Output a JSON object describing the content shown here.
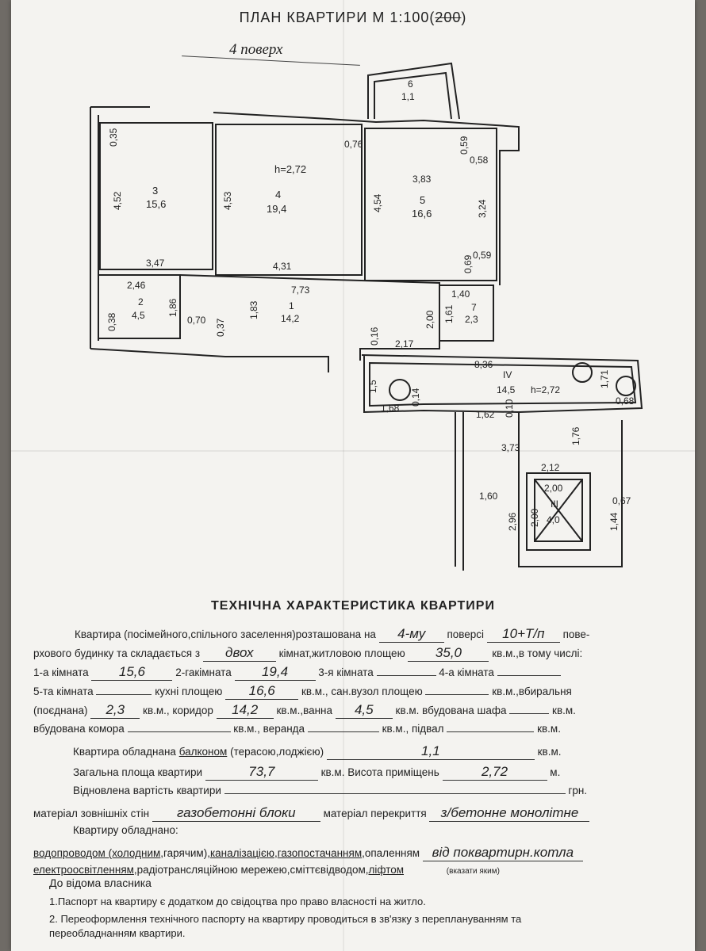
{
  "title": {
    "prefix": "ПЛАН КВАРТИРИ М 1:100(",
    "struck": "200",
    "suffix": ")"
  },
  "floor_label": "4 поверх",
  "plan": {
    "rooms": [
      {
        "num": "3",
        "area": "15,6"
      },
      {
        "num": "4",
        "area": "19,4"
      },
      {
        "num": "5",
        "area": "16,6"
      },
      {
        "num": "6",
        "area": "1,1"
      },
      {
        "num": "2",
        "area": "4,5"
      },
      {
        "num": "1",
        "area": "14,2"
      },
      {
        "num": "7",
        "area": "2,3"
      },
      {
        "num": "IV",
        "area": "14,5"
      },
      {
        "num": "III",
        "area": "4,0"
      }
    ],
    "height_labels": [
      "h=2,72",
      "h=2,72"
    ],
    "dimensions": [
      "0,35",
      "4,52",
      "3,47",
      "4,53",
      "4,31",
      "0,76",
      "0,59",
      "0,58",
      "3,83",
      "4,54",
      "3,24",
      "0,69",
      "0,59",
      "2,46",
      "1,86",
      "0,38",
      "0,70",
      "0,37",
      "1,83",
      "7,73",
      "1,40",
      "1,61",
      "2,00",
      "0,16",
      "2,17",
      "8,36",
      "1,71",
      "1,68",
      "0,14",
      "1,62",
      "0,10",
      "0,68",
      "3,73",
      "1,76",
      "2,12",
      "2,00",
      "1,60",
      "2,96",
      "2,00",
      "0,67",
      "1,44",
      "1,5"
    ]
  },
  "tech": {
    "title": "ТЕХНІЧНА ХАРАКТЕРИСТИКА КВАРТИРИ",
    "r1": {
      "t1": "Квартира (посімейного,спільного заселення)розташована на",
      "floor": "4-му",
      "t2": "поверсі",
      "floors_total": "10+Т/п",
      "t3": "пове-"
    },
    "r2": {
      "t1": "рхового будинку та складається з",
      "rooms_count": "двох",
      "t2": "кімнат,житловою площею",
      "living_area": "35,0",
      "t3": "кв.м.,в тому числі:"
    },
    "r3": {
      "t1": "1-а кімната",
      "room1": "15,6",
      "t2": "2-гакімната",
      "room2": "19,4",
      "t3": "3-я кімната",
      "t4": "4-а кімната"
    },
    "r4": {
      "t1": "5-та кімната",
      "t2": "кухні площею",
      "kitchen": "16,6",
      "t3": "кв.м., сан.вузол площею",
      "t4": "кв.м.,вбиральня"
    },
    "r5": {
      "t1": "(поєднана)",
      "toilet": "2,3",
      "t2": "кв.м., коридор",
      "corridor": "14,2",
      "t3": "кв.м.,ванна",
      "bath": "4,5",
      "t4": "кв.м. вбудована шафа",
      "t5": "кв.м."
    },
    "r6": {
      "t1": "вбудована комора",
      "t2": "кв.м., веранда",
      "t3": "кв.м., підвал",
      "t4": "кв.м."
    },
    "r7": {
      "t1": "Квартира обладнана",
      "balcony": "балконом",
      "t2": "(терасою,лоджією)",
      "balcony_area": "1,1",
      "t3": "кв.м."
    },
    "r8": {
      "t1": "Загальна площа квартири",
      "total_area": "73,7",
      "t2": "кв.м. Висота приміщень",
      "height": "2,72",
      "t3": "м."
    },
    "r9": {
      "t1": "Відновлена вартість квартири",
      "t2": "грн."
    },
    "r10": {
      "t1": "матеріал зовнішніх стін",
      "walls": "газобетонні блоки",
      "t2": "матеріал перекриття",
      "ceiling": "з/бетонне монолітне"
    },
    "r11": {
      "t1": "Квартиру обладнано:"
    },
    "r12": {
      "water": "водопроводом (холодним",
      "t1": ",гарячим),",
      "sewer": "каналізацією",
      "t2": ",",
      "gas": "газопостачанням",
      "t3": ",опаленням",
      "heating": "від поквартирн.котла"
    },
    "r13": {
      "elec": "електроосвітленням",
      "t1": ",радіотрансляційною мережею,сміттєвідводом,",
      "lift": "ліфтом",
      "note": "(вказати яким)"
    },
    "owner": "До відома власника",
    "note1": "1.Паспорт на квартиру є додатком до свідоцтва про право власності на житло.",
    "note2a": "2. Переоформлення технічного паспорту на квартиру проводиться в зв'язку з переплануванням та",
    "note2b": "переобладнанням квартири."
  }
}
